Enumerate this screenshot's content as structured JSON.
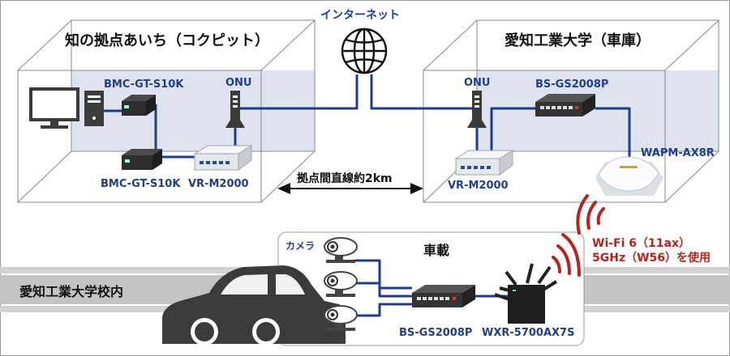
{
  "internet_label": "インターネット",
  "site_left": {
    "title": "知の拠点あいち（コクピット）",
    "media_converter_top": "BMC-GT-S10K",
    "media_converter_bottom": "BMC-GT-S10K",
    "onu": "ONU",
    "router": "VR-M2000"
  },
  "site_right": {
    "title": "愛知工業大学（車庫）",
    "onu": "ONU",
    "switch": "BS-GS2008P",
    "access_point": "WAPM-AX8R",
    "router": "VR-M2000"
  },
  "distance_label": "拠点間直線約2km",
  "vehicle": {
    "title": "車載",
    "camera_label": "カメラ",
    "switch": "BS-GS2008P",
    "router": "WXR-5700AX7S"
  },
  "campus_label": "愛知工業大学校内",
  "wifi_note": {
    "line1": "Wi-Fi 6（11ax）",
    "line2": "5GHz（W56）を使用"
  },
  "colors": {
    "cable": "#1c3d8f",
    "label": "#1f3e8c",
    "wifi": "#b3261e",
    "box_tint": "#dfe3ef",
    "road": "#c4c4c4"
  }
}
